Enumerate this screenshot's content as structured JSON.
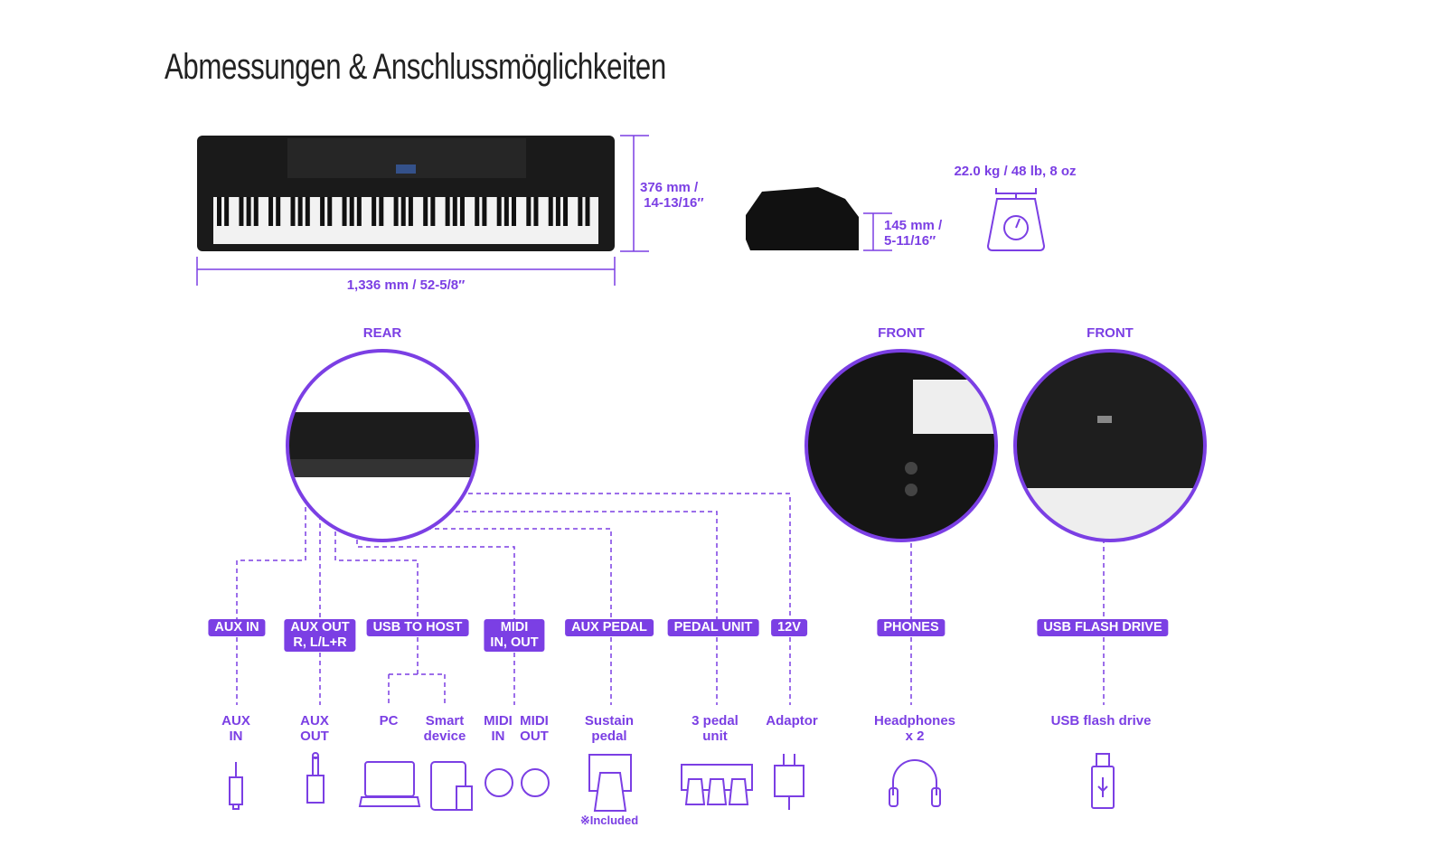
{
  "title": "Abmessungen & Anschlussmöglichkeiten",
  "dimensions": {
    "height": "376 mm /\n 14-13/16″",
    "width": "1,336 mm / 52-5/8″",
    "depth": "145 mm /\n5-11/16″",
    "weight": "22.0 kg / 48 lb, 8 oz"
  },
  "views": {
    "rear": "REAR",
    "front1": "FRONT",
    "front2": "FRONT"
  },
  "ports": [
    "AUX IN",
    "AUX OUT\nR, L/L+R",
    "USB TO HOST",
    "MIDI\nIN, OUT",
    "AUX PEDAL",
    "PEDAL UNIT",
    "12V",
    "PHONES",
    "USB FLASH DRIVE"
  ],
  "devices": [
    "AUX\nIN",
    "AUX\nOUT",
    "PC",
    "Smart\ndevice",
    "MIDI\nIN",
    "MIDI\nOUT",
    "Sustain\npedal",
    "3 pedal\nunit",
    "Adaptor",
    "Headphones\nx 2",
    "USB flash drive"
  ],
  "note": "※Included",
  "colors": {
    "accent": "#7b3fe4"
  }
}
